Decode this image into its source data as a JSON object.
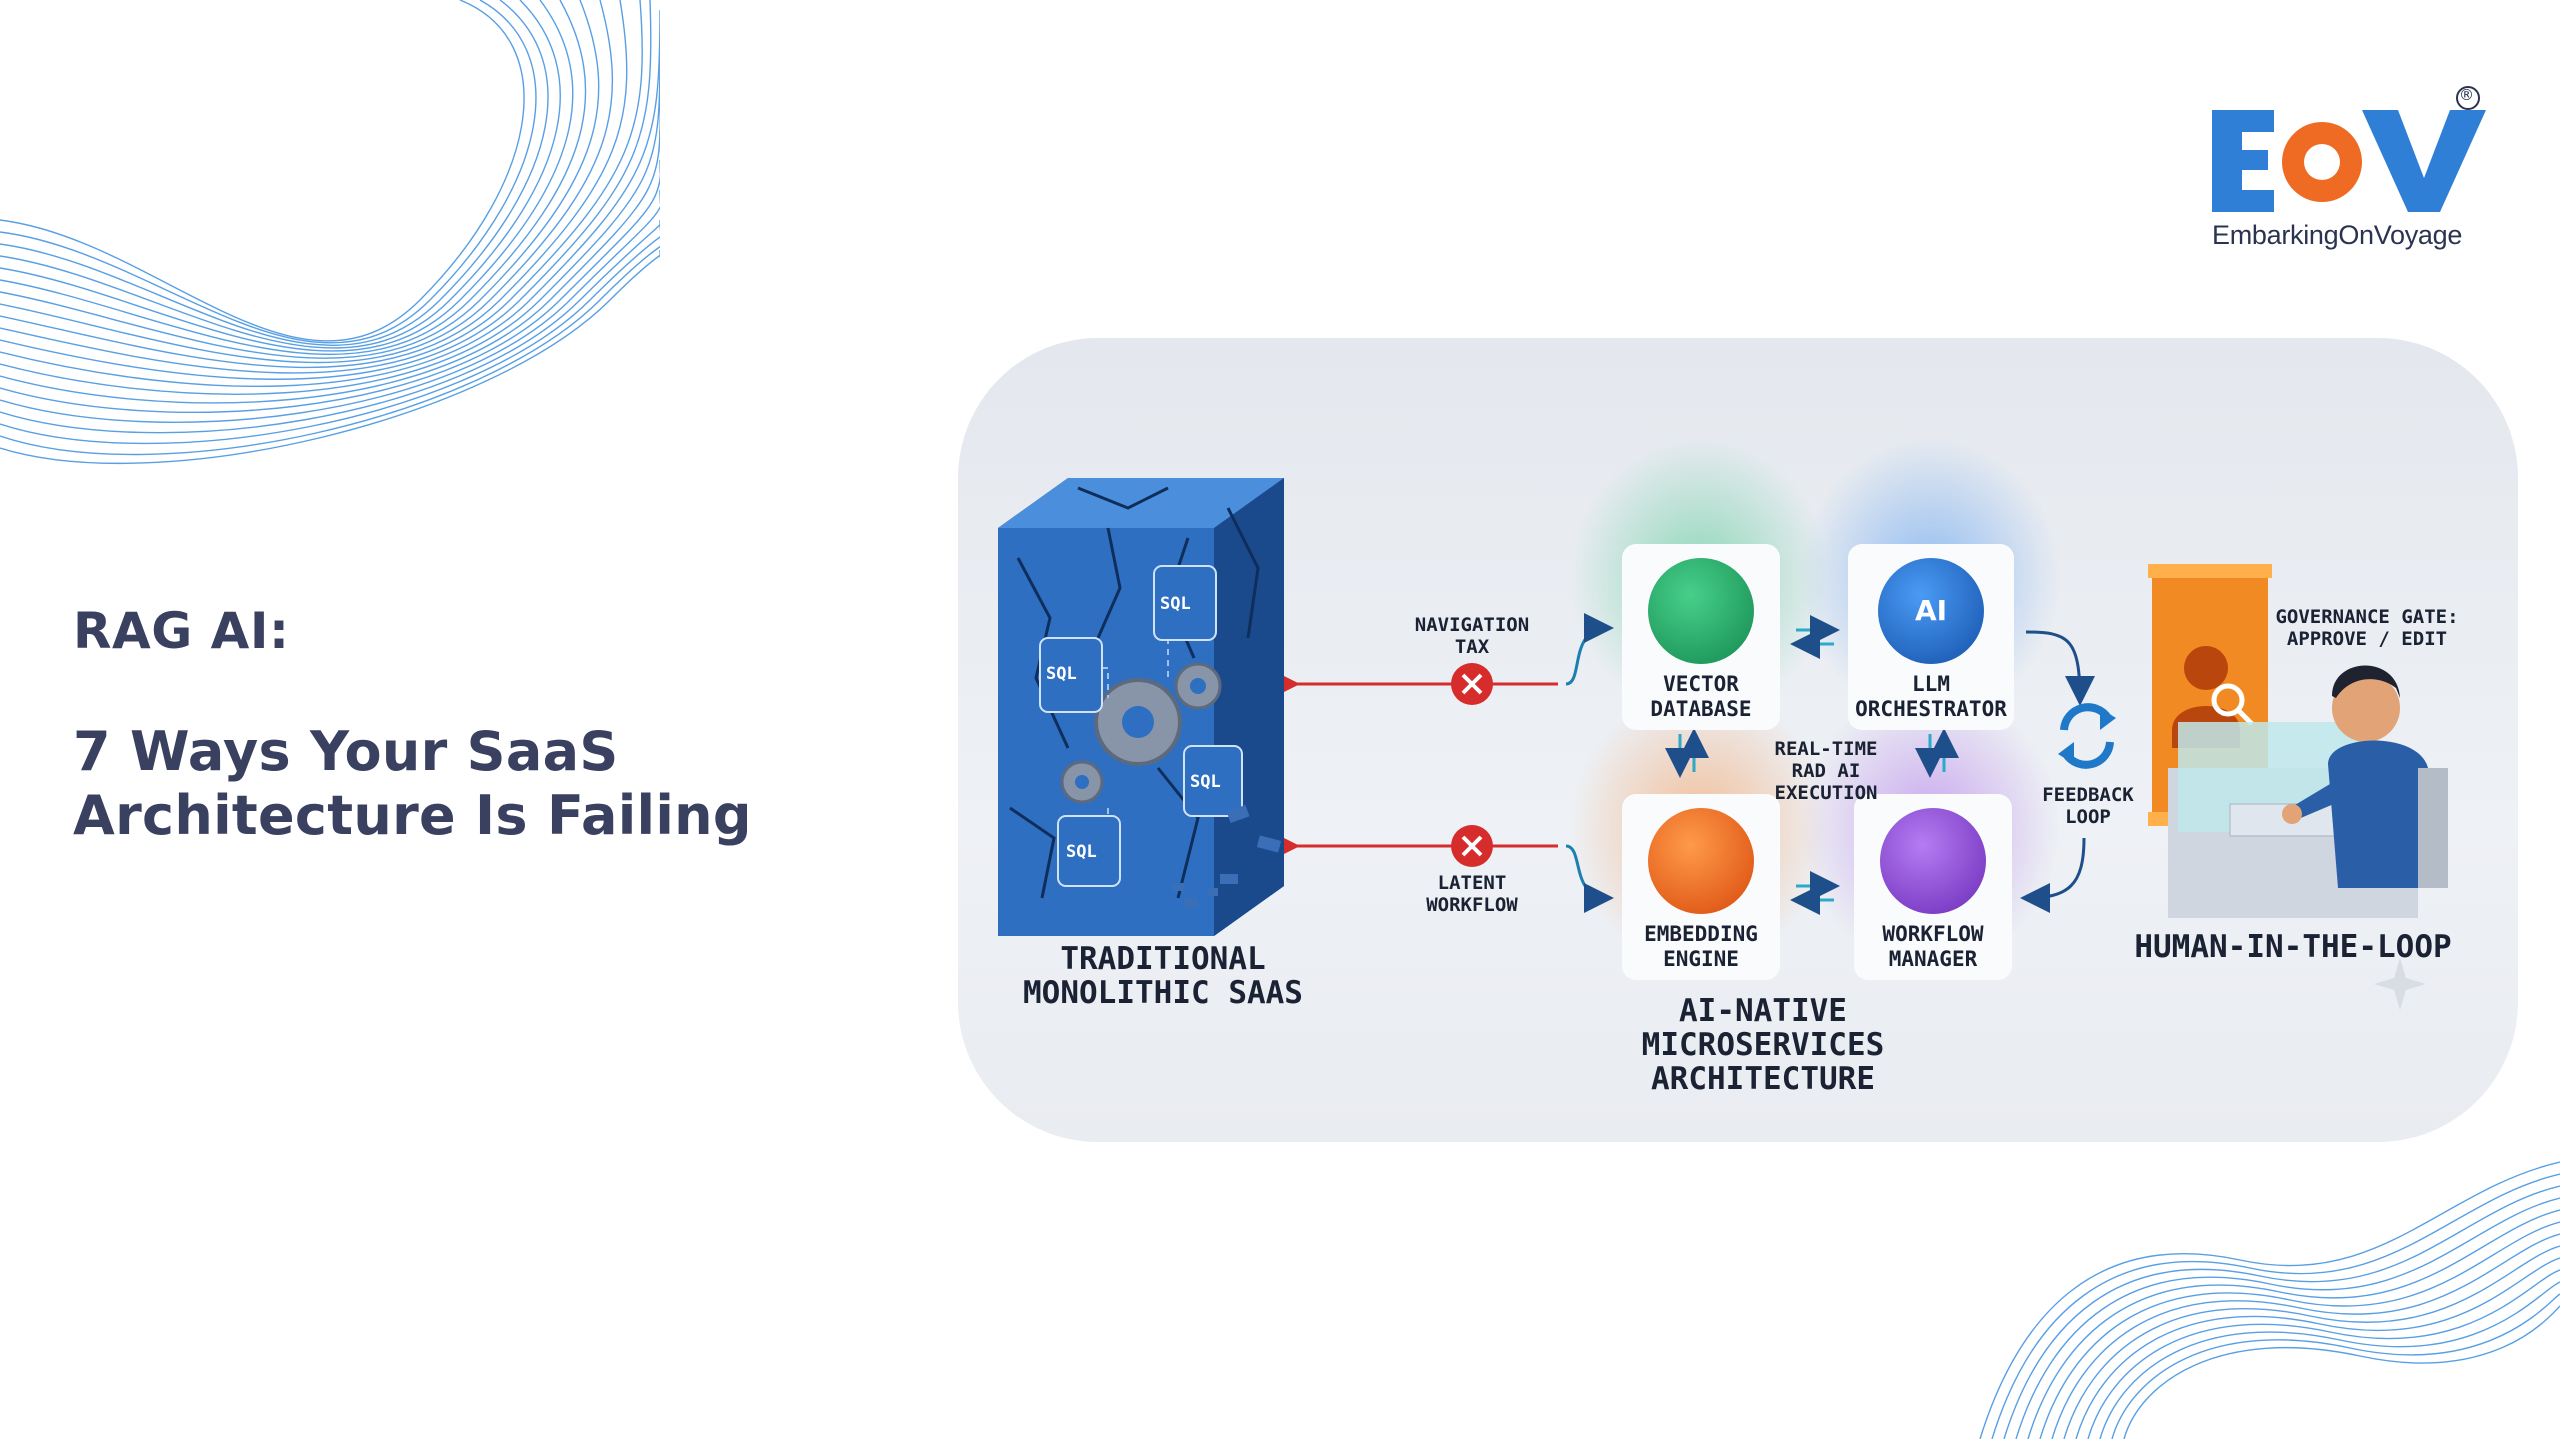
{
  "title": {
    "line1": "RAG AI:",
    "line2": "7 Ways Your SaaS",
    "line3": "Architecture Is Failing"
  },
  "logo": {
    "mark": "EOV",
    "tagline": "EmbarkingOnVoyage",
    "registered": "®"
  },
  "diagram": {
    "monolith_label": "TRADITIONAL\nMONOLITHIC SAAS",
    "sql_label": "SQL",
    "navigation_tax": "NAVIGATION\nTAX",
    "latent_workflow": "LATENT\nWORKFLOW",
    "vector_database": "VECTOR\nDATABASE",
    "llm_orchestrator": "LLM\nORCHESTRATOR",
    "embedding_engine": "EMBEDDING\nENGINE",
    "workflow_manager": "WORKFLOW\nMANAGER",
    "realtime": "REAL-TIME\nRAD AI\nEXECUTION",
    "microservices_label": "AI-NATIVE\nMICROSERVICES\nARCHITECTURE",
    "feedback_loop": "FEEDBACK\nLOOP",
    "governance_gate": "GOVERNANCE GATE:\nAPPROVE / EDIT",
    "human_label": "HUMAN-IN-THE-LOOP",
    "llm_icon_text": "AI",
    "colors": {
      "vector": "#1fa46a",
      "llm": "#1f6fd6",
      "embedding": "#f0661c",
      "workflow": "#8a43d6",
      "reject": "#d62c2c",
      "monolith": "#2e6fc2",
      "governance": "#f08a1c"
    }
  }
}
